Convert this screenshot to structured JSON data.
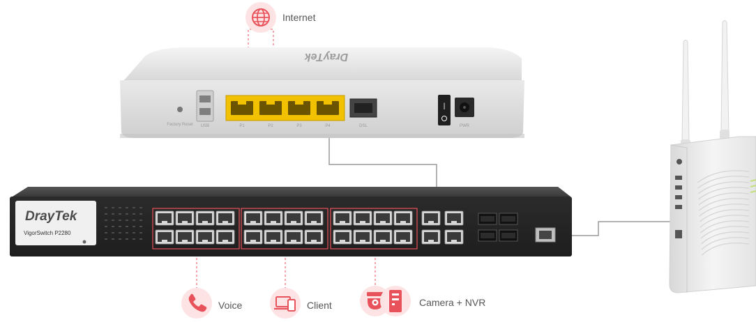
{
  "labels": {
    "internet": "Internet",
    "voice": "Voice",
    "client": "Client",
    "camera_nvr": "Camera + NVR"
  },
  "router": {
    "brand": "DrayTek",
    "ports": [
      "Factory Reset",
      "USB",
      "P1",
      "P2",
      "P3",
      "P4",
      "DSL",
      "PWR"
    ]
  },
  "switch": {
    "brand": "DrayTek",
    "model": "VigorSwitch P2280"
  },
  "colors": {
    "accent": "#e8525b",
    "accent_light": "#fde3e4",
    "line": "#9a9a9a",
    "switch_body": "#2e2e2e",
    "router_body": "#e6e6e6",
    "lan_port": "#f2c200"
  },
  "icons": {
    "internet": "globe-icon",
    "voice": "phone-icon",
    "client": "devices-icon",
    "camera": "camera-icon",
    "nvr": "server-icon"
  }
}
